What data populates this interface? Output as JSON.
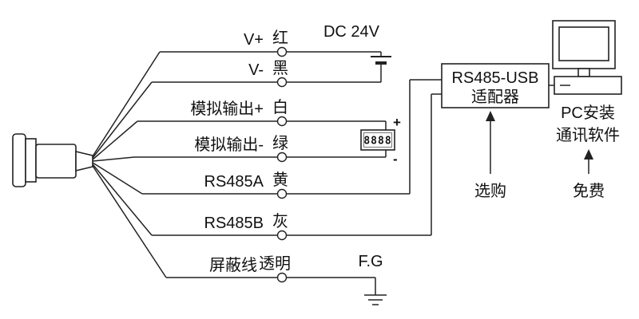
{
  "wires": [
    {
      "signal": "V+",
      "color": "红"
    },
    {
      "signal": "V-",
      "color": "黑"
    },
    {
      "signal": "模拟输出+",
      "color": "白"
    },
    {
      "signal": "模拟输出-",
      "color": "绿"
    },
    {
      "signal": "RS485A",
      "color": "黄"
    },
    {
      "signal": "RS485B",
      "color": "灰"
    },
    {
      "signal": "屏蔽线",
      "color": "透明"
    }
  ],
  "power": {
    "label": "DC 24V"
  },
  "meter": {
    "value": "8888",
    "plus": "+",
    "minus": "-"
  },
  "ground": {
    "label": "F.G"
  },
  "adapter": {
    "name_line1": "RS485-USB",
    "name_line2": "适配器",
    "note": "选购"
  },
  "pc": {
    "caption_line1": "PC安装",
    "caption_line2": "通讯软件",
    "note": "免费"
  },
  "colors": {
    "line": "#222222",
    "background": "#ffffff",
    "text": "#111111"
  }
}
